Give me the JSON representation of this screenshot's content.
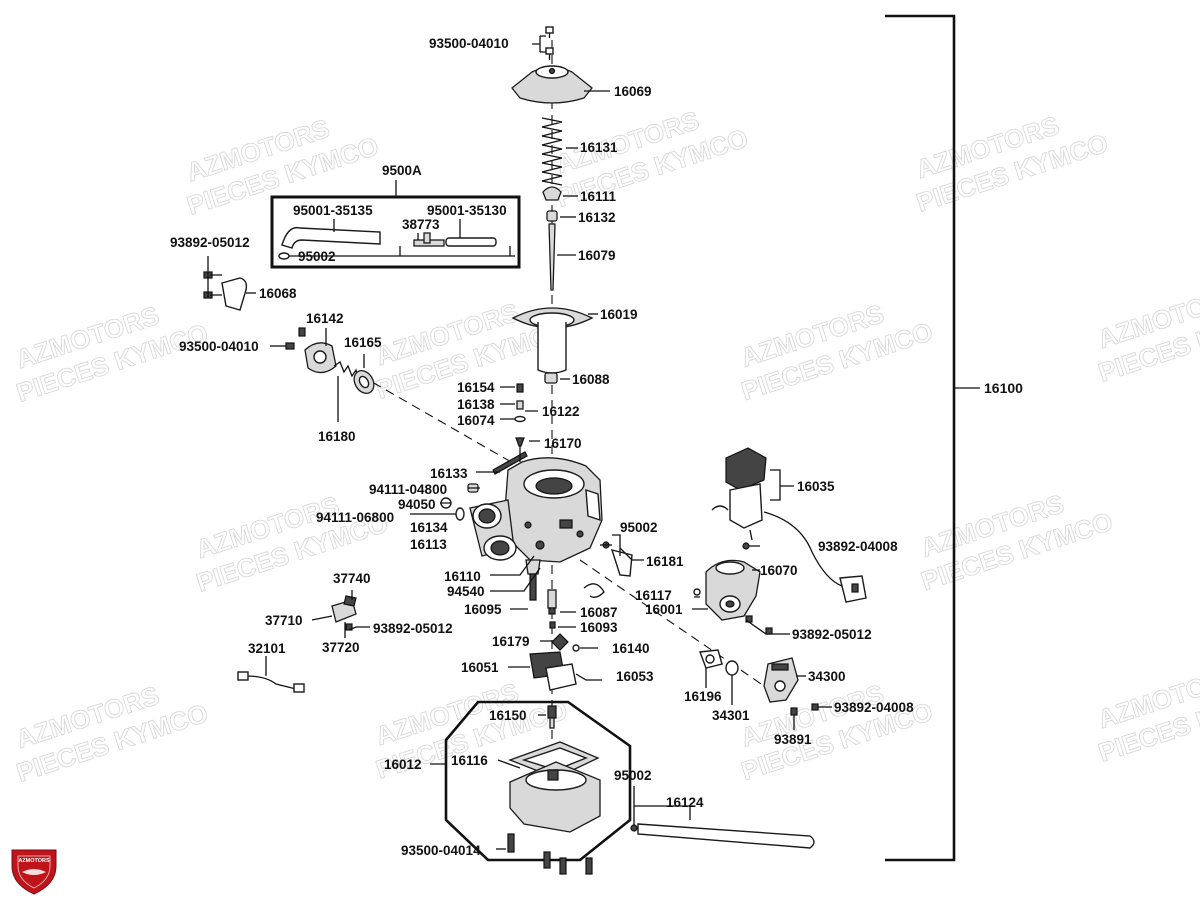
{
  "watermark": {
    "line1": "AZMOTORS",
    "line2": "PIECES KYMCO"
  },
  "logo": {
    "text": "AZMOTORS",
    "color": "#c0141b"
  },
  "assembly_label": "16100",
  "kit_label": "9500A",
  "labels": {
    "p93500_04010_top": "93500-04010",
    "p16069": "16069",
    "p16131": "16131",
    "p16111": "16111",
    "p16132": "16132",
    "p16079": "16079",
    "p16019": "16019",
    "p16088": "16088",
    "p95001_35135": "95001-35135",
    "p95001_35130": "95001-35130",
    "p38773": "38773",
    "p95002_kit": "95002",
    "p93892_05012_left": "93892-05012",
    "p16068": "16068",
    "p16142": "16142",
    "p93500_04010_left": "93500-04010",
    "p16165": "16165",
    "p16180": "16180",
    "p16154": "16154",
    "p16138": "16138",
    "p16122": "16122",
    "p16074": "16074",
    "p16170": "16170",
    "p16133": "16133",
    "p94111_04800": "94111-04800",
    "p94050": "94050",
    "p94111_06800": "94111-06800",
    "p16134": "16134",
    "p16113": "16113",
    "p95002_mid": "95002",
    "p16181": "16181",
    "p16110": "16110",
    "p94540": "94540",
    "p16095": "16095",
    "p16087": "16087",
    "p16093": "16093",
    "p16117": "16117",
    "p16001": "16001",
    "p16035": "16035",
    "p93892_04008_upper": "93892-04008",
    "p16070": "16070",
    "p93892_05012_right": "93892-05012",
    "p37740": "37740",
    "p37710": "37710",
    "p93892_05012_small": "93892-05012",
    "p37720": "37720",
    "p32101": "32101",
    "p16179": "16179",
    "p16140": "16140",
    "p16051": "16051",
    "p16053": "16053",
    "p16196": "16196",
    "p34301": "34301",
    "p34300": "34300",
    "p93892_04008_lower": "93892-04008",
    "p93891": "93891",
    "p16150": "16150",
    "p16012": "16012",
    "p16116": "16116",
    "p95002_bottom": "95002",
    "p16124": "16124",
    "p93500_04014": "93500-04014"
  }
}
